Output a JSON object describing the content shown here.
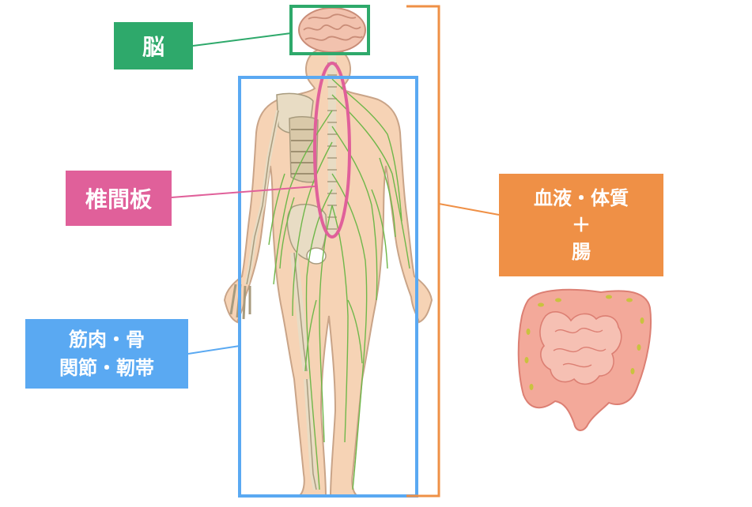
{
  "colors": {
    "brain": "#2ea96b",
    "disc": "#e0609a",
    "muscle": "#5aa9f2",
    "blood": "#ef9046",
    "skin": "#f6d3b5",
    "skin_outline": "#c9a488",
    "bone": "#e8dcc4",
    "bone_outline": "#a89b7e",
    "nerve": "#6fb74a",
    "intestine": "#f3a99a",
    "intestine_dark": "#dc7f73",
    "brain_tissue": "#f2c2ae"
  },
  "labels": {
    "brain": "脳",
    "disc": "椎間板",
    "muscle_line1": "筋肉・骨",
    "muscle_line2": "関節・靭帯",
    "blood_line1": "血液・体質",
    "blood_line2": "＋",
    "blood_line3": "腸"
  },
  "icons": {
    "figure": "human-body-back-icon",
    "intestine": "intestine-icon"
  }
}
